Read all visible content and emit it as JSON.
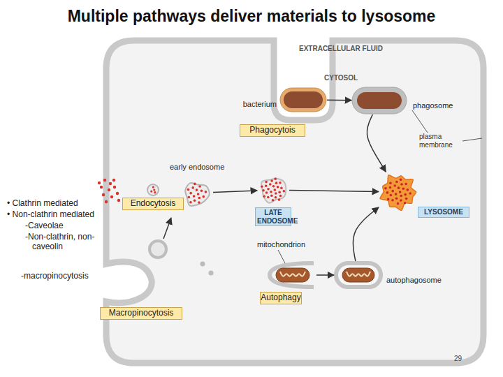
{
  "diagram": {
    "title": "Multiple pathways deliver materials to lysosome",
    "nodes": [
      {
        "text": [
          "bacterium"
        ]
      },
      {
        "text": [
          "phagosome"
        ]
      },
      {
        "text": [
          "Phagocytois"
        ]
      },
      {
        "text": [
          "early endosome"
        ]
      },
      {
        "text": [
          "Endocytosis"
        ]
      },
      {
        "text": [
          "LATE ENDOSOME"
        ]
      },
      {
        "text": [
          "LYSOSOME"
        ]
      },
      {
        "text": [
          "mitochondrion"
        ]
      },
      {
        "text": [
          "autophagosome"
        ]
      },
      {
        "text": [
          "Autophagy"
        ]
      },
      {
        "text": [
          "Macropinocytosis"
        ]
      }
    ],
    "edges": [
      {
        "from": 0,
        "to": 1,
        "arrow": "to"
      },
      {
        "from": 1,
        "to": 6,
        "arrow": "to"
      },
      {
        "from": 3,
        "to": 5,
        "arrow": "to"
      },
      {
        "from": 5,
        "to": 6,
        "arrow": "to"
      },
      {
        "from": 7,
        "to": 8,
        "arrow": "to"
      },
      {
        "from": 8,
        "to": 6,
        "arrow": "to"
      }
    ],
    "labels": [
      "EXTRACELLULAR FLUID",
      "CYTOSOL",
      "plasma membrane",
      "• Clathrin mediated",
      "• Non-clathrin mediated",
      "-Caveolae",
      "-Non-clathrin, non-caveolin",
      "-macropinocytosis",
      "29"
    ]
  }
}
